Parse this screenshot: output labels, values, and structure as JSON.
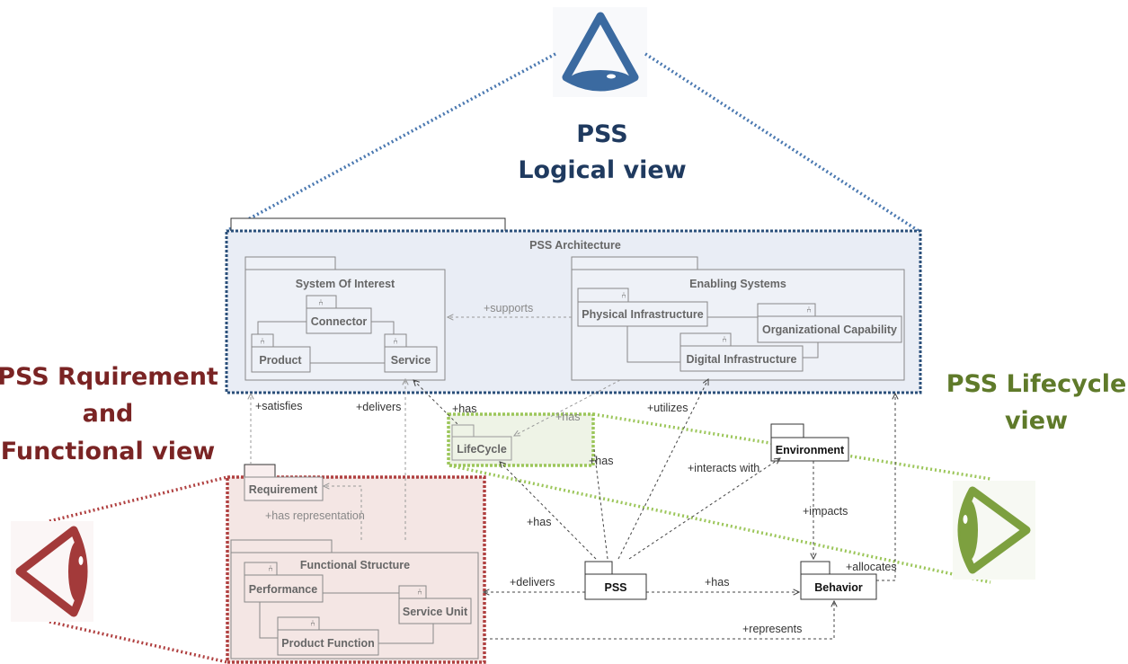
{
  "views": {
    "logical": {
      "line1": "PSS",
      "line2": "Logical view",
      "color": "#1f3a5f",
      "eye_color": "#3b6aa0",
      "frame_color": "#2a4f7a"
    },
    "requirement": {
      "line1": "PSS Rquirement",
      "line2": "and",
      "line3": "Functional view",
      "color": "#7a2424",
      "eye_color": "#a33a3a"
    },
    "lifecycle": {
      "line1": "PSS Lifecycle",
      "line2": "view",
      "color": "#5f7a2a",
      "eye_color": "#7da03f",
      "frame_color": "#9cc65a"
    }
  },
  "packages": {
    "architecture": "PSS Architecture",
    "system_of_interest": "System Of Interest",
    "enabling_systems": "Enabling Systems",
    "functional_structure": "Functional Structure"
  },
  "components": {
    "connector": "Connector",
    "product": "Product",
    "service": "Service",
    "physical_infrastructure": "Physical Infrastructure",
    "organizational_capability": "Organizational Capability",
    "digital_infrastructure": "Digital Infrastructure",
    "performance": "Performance",
    "service_unit": "Service Unit",
    "product_function": "Product Function"
  },
  "nodes": {
    "lifecycle": "LifeCycle",
    "environment": "Environment",
    "requirement": "Requirement",
    "pss": "PSS",
    "behavior": "Behavior"
  },
  "relations": {
    "supports": "+supports",
    "satisfies": "+satisfies",
    "delivers_top": "+delivers",
    "has_service": "+has",
    "has_dim": "+has",
    "utilizes": "+utilizes",
    "has_right": "+has",
    "interacts_with": "+interacts with",
    "has_representation": "+has representation",
    "has_lifecycle": "+has",
    "impacts": "+impacts",
    "allocates": "+allocates",
    "delivers_bottom": "+delivers",
    "has_behavior": "+has",
    "represents": "+represents"
  }
}
